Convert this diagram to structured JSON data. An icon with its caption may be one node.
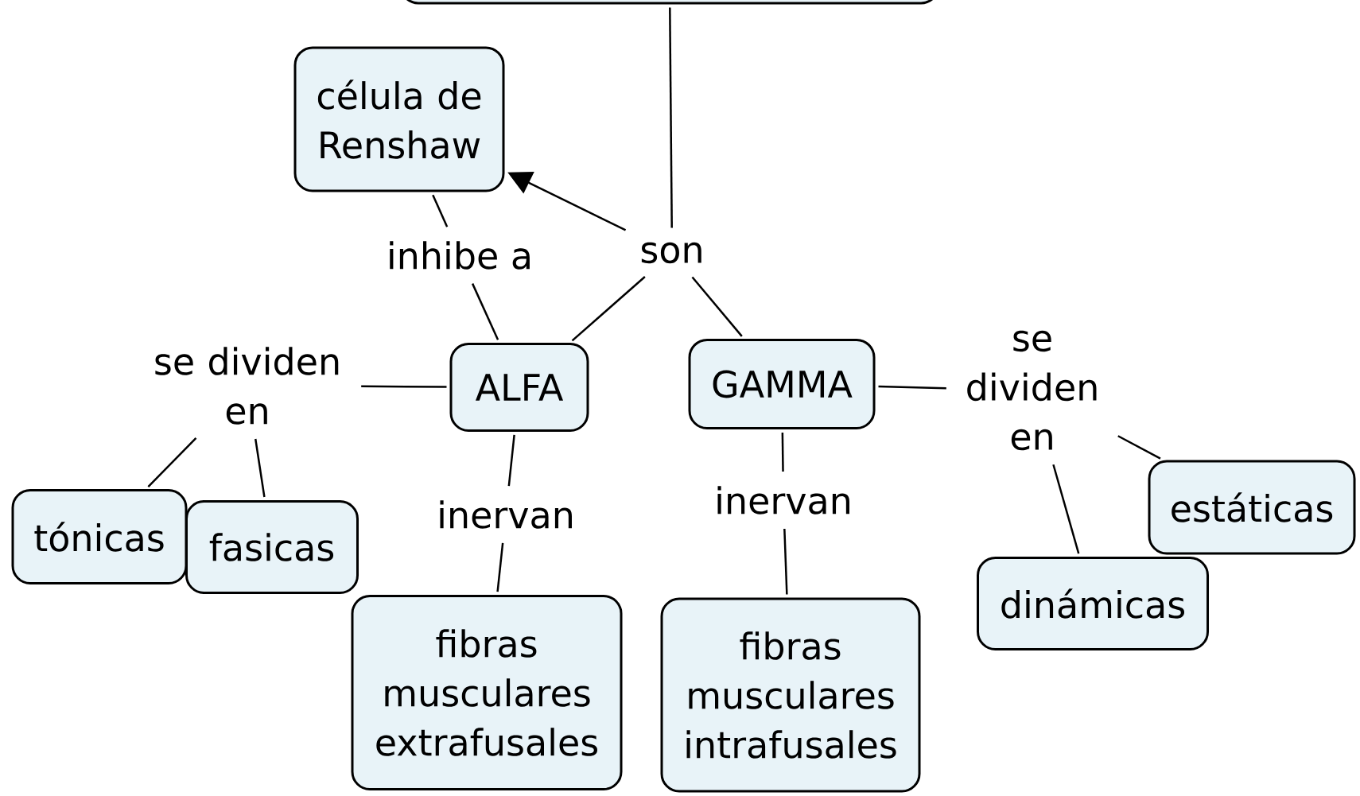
{
  "diagram": {
    "nodes": [
      {
        "text": [],
        "shape": "box"
      },
      {
        "text": [
          "célula de Renshaw"
        ]
      },
      {
        "text": [
          "inhibe a"
        ]
      },
      {
        "text": [
          "son"
        ]
      },
      {
        "text": [
          "ALFA"
        ]
      },
      {
        "text": [
          "GAMMA"
        ]
      },
      {
        "text": [
          "se dividen en"
        ]
      },
      {
        "text": [
          "tónicas"
        ]
      },
      {
        "text": [
          "fasicas"
        ]
      },
      {
        "text": [
          "inervan"
        ]
      },
      {
        "text": [
          "fibras musculares extrafusales"
        ]
      },
      {
        "text": [
          "inervan"
        ]
      },
      {
        "text": [
          "fibras musculares intrafusales"
        ]
      },
      {
        "text": [
          "se dividen en"
        ]
      },
      {
        "text": [
          "estáticas"
        ]
      },
      {
        "text": [
          "dinámicas"
        ]
      }
    ],
    "edges": [
      {
        "from": 0,
        "to": 3,
        "arrow": "none"
      },
      {
        "from": 3,
        "to": 1,
        "arrow": "to"
      },
      {
        "from": 3,
        "to": 4,
        "arrow": "none"
      },
      {
        "from": 3,
        "to": 5,
        "arrow": "none"
      },
      {
        "from": 4,
        "to": 2,
        "arrow": "none"
      },
      {
        "from": 2,
        "to": 1,
        "arrow": "none"
      },
      {
        "from": 4,
        "to": 6,
        "arrow": "none"
      },
      {
        "from": 6,
        "to": 7,
        "arrow": "none"
      },
      {
        "from": 6,
        "to": 8,
        "arrow": "none"
      },
      {
        "from": 4,
        "to": 9,
        "arrow": "none"
      },
      {
        "from": 9,
        "to": 10,
        "arrow": "none"
      },
      {
        "from": 5,
        "to": 11,
        "arrow": "none"
      },
      {
        "from": 11,
        "to": 12,
        "arrow": "none"
      },
      {
        "from": 5,
        "to": 13,
        "arrow": "none"
      },
      {
        "from": 13,
        "to": 14,
        "arrow": "none"
      },
      {
        "from": 13,
        "to": 15,
        "arrow": "none"
      }
    ]
  }
}
